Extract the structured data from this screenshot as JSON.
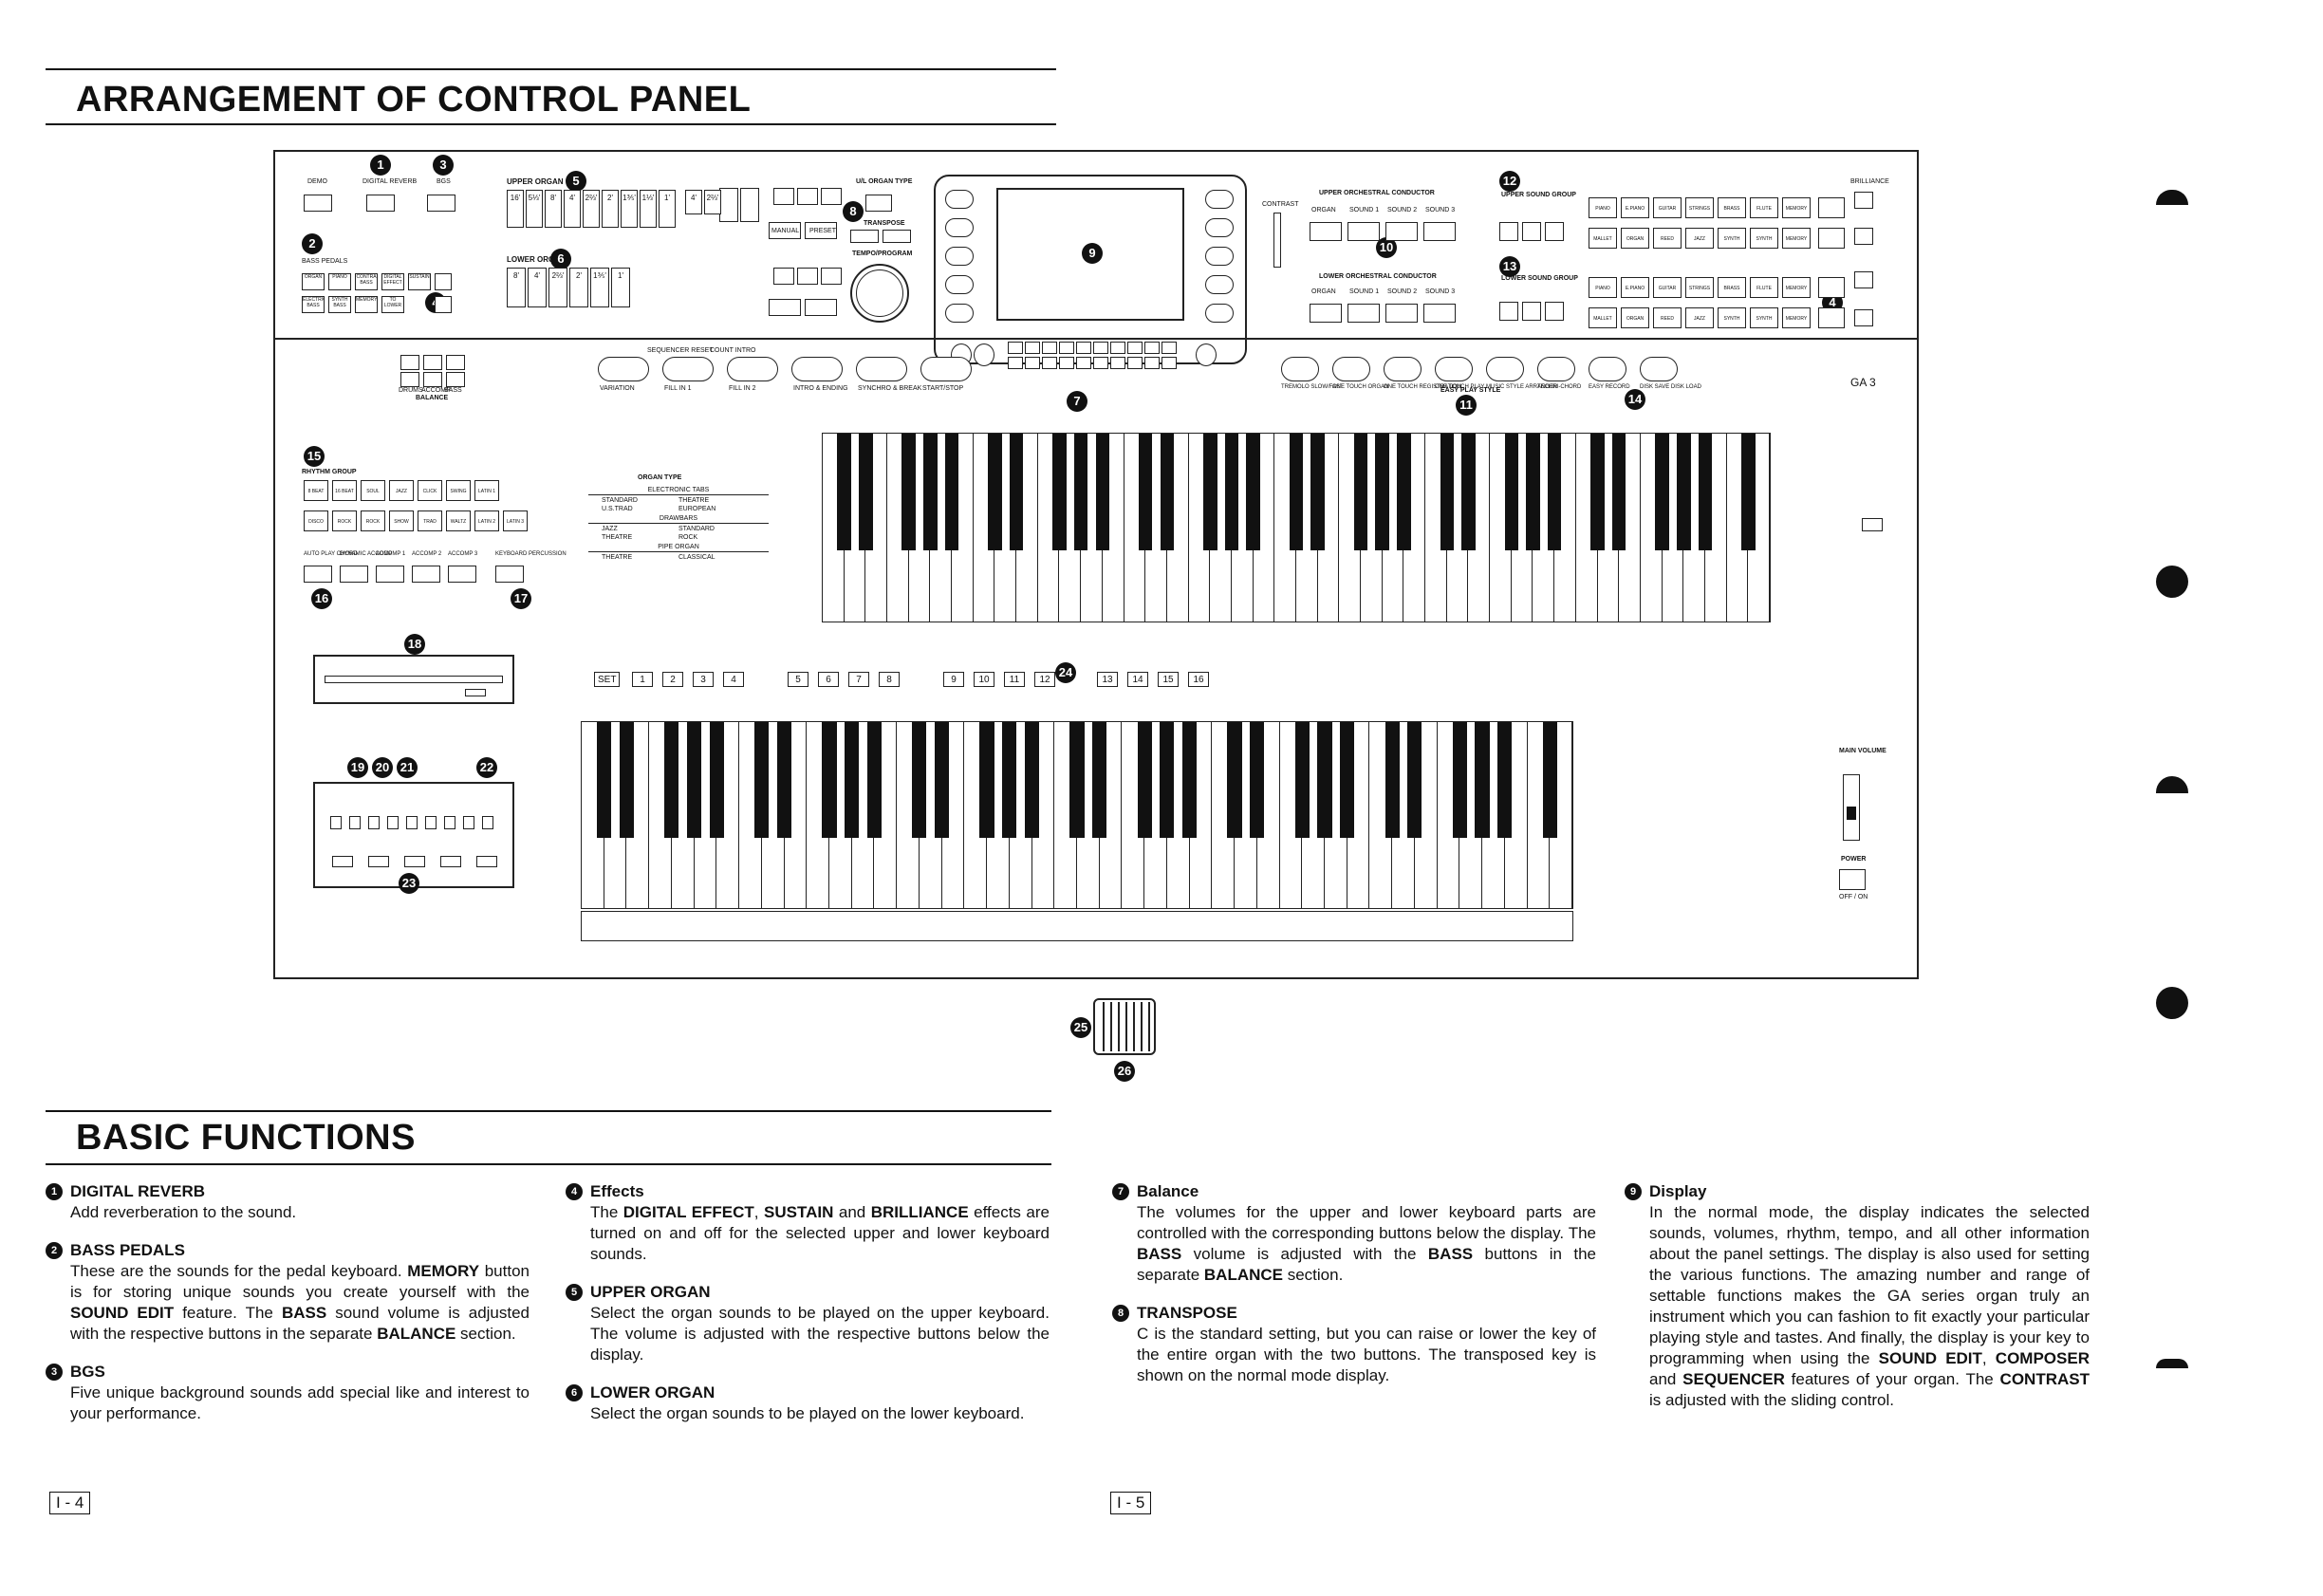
{
  "top_heading": "ARRANGEMENT OF CONTROL PANEL",
  "bottom_heading": "BASIC FUNCTIONS",
  "panel": {
    "model": "GA 3",
    "labels": {
      "demo": "DEMO",
      "digital_reverb": "DIGITAL REVERB",
      "bgs": "BGS",
      "bass_pedals": "BASS PEDALS",
      "upper_organ": "UPPER ORGAN",
      "lower_organ": "LOWER ORGAN",
      "ul_organ_type": "U/L ORGAN TYPE",
      "transpose": "TRANSPOSE",
      "tempo_program": "TEMPO/PROGRAM",
      "contrast": "CONTRAST",
      "upper_orch": "UPPER ORCHESTRAL CONDUCTOR",
      "lower_orch": "LOWER ORCHESTRAL CONDUCTOR",
      "upper_sound_group": "UPPER SOUND GROUP",
      "lower_sound_group": "LOWER SOUND GROUP",
      "brilliance": "BRILLIANCE",
      "rhythm_group": "RHYTHM GROUP",
      "organ_type": "ORGAN TYPE",
      "electronic_tabs": "ELECTRONIC TABS",
      "drawbars": "DRAWBARS",
      "pipe_organ": "PIPE ORGAN",
      "balance": "BALANCE",
      "easy_play_style": "EASY PLAY STYLE",
      "main_volume": "MAIN VOLUME",
      "power": "POWER",
      "off_on": "OFF / ON",
      "manual": "MANUAL",
      "preset": "PRESET",
      "sequencer_reset": "SEQUENCER RESET",
      "count_intro": "COUNT INTRO",
      "set": "SET"
    },
    "organ_type_list": {
      "electronic_tabs": [
        "STANDARD",
        "THEATRE",
        "U.S.TRAD",
        "EUROPEAN"
      ],
      "drawbars": [
        "JAZZ",
        "STANDARD",
        "THEATRE",
        "ROCK"
      ],
      "pipe_organ": [
        "THEATRE",
        "CLASSICAL"
      ]
    },
    "upper_organ_tabs": [
      "16'",
      "5⅓'",
      "8'",
      "4'",
      "2⅔'",
      "2'",
      "1⅗'",
      "1⅓'",
      "1'",
      "4'",
      "2⅔'"
    ],
    "lower_organ_tabs": [
      "8'",
      "4'",
      "2⅔'",
      "2'",
      "1⅗'",
      "1'"
    ],
    "bass_pedal_buttons": [
      "ORGAN",
      "PIANO",
      "CONTRA BASS",
      "DIGITAL EFFECT",
      "SUSTAIN",
      "ELECTRIC BASS",
      "SYNTH BASS",
      "MEMORY",
      "TO LOWER"
    ],
    "orch_buttons": [
      "ORGAN",
      "SOUND 1",
      "SOUND 2",
      "SOUND 3"
    ],
    "sound_group_buttons": [
      "PIANO",
      "E.PIANO",
      "GUITAR",
      "STRINGS",
      "BRASS",
      "FLUTE",
      "MEMORY",
      "MALLET",
      "ORGAN",
      "REED",
      "JAZZ",
      "SYNTH",
      "SYNTH PAD",
      "MEMORY"
    ],
    "rhythm_buttons": [
      "8 BEAT",
      "16 BEAT",
      "SOUL",
      "JAZZ",
      "CLICK",
      "SWING",
      "LATIN 1",
      "DISCO",
      "ROCK",
      "ROCK",
      "SHOW",
      "TRAD",
      "WALTZ",
      "LATIN 2",
      "LATIN 3"
    ],
    "rhythm_lower": [
      "AUTO PLAY CHORD",
      "DYNAMIC ACCOMP",
      "ACCOMP 1",
      "ACCOMP 2",
      "ACCOMP 3",
      "KEYBOARD PERCUSSION"
    ],
    "front_ovals": [
      "VARIATION",
      "FILL IN 1",
      "FILL IN 2",
      "INTRO & ENDING",
      "SYNCHRO & BREAK",
      "START/STOP"
    ],
    "right_ovals": [
      "TREMOLO SLOW/FAST",
      "ONE TOUCH ORGAN",
      "ONE TOUCH REGISTRATION",
      "ONE TOUCH PLAY",
      "MUSIC STYLE ARRANGER",
      "TECHNI-CHORD",
      "EASY RECORD",
      "DISK SAVE DISK LOAD"
    ],
    "balance_labels": [
      "DRUMS",
      "ACCOMP",
      "BASS"
    ],
    "registration_numbers": [
      "1",
      "2",
      "3",
      "4",
      "5",
      "6",
      "7",
      "8",
      "9",
      "10",
      "11",
      "12",
      "13",
      "14",
      "15",
      "16"
    ],
    "callouts": [
      "1",
      "2",
      "3",
      "4",
      "5",
      "6",
      "7",
      "8",
      "9",
      "10",
      "11",
      "12",
      "13",
      "14",
      "15",
      "16",
      "17",
      "18",
      "19",
      "20",
      "21",
      "22",
      "23",
      "24",
      "25",
      "26"
    ]
  },
  "functions": [
    {
      "num": "1",
      "title": "DIGITAL REVERB",
      "body": "Add reverberation to the sound."
    },
    {
      "num": "2",
      "title": "BASS PEDALS",
      "body": "These are the sounds for the pedal keyboard. MEMORY button is for storing unique sounds you create yourself with the SOUND EDIT feature. The BASS sound volume is adjusted with the respective buttons in the separate BALANCE section."
    },
    {
      "num": "3",
      "title": "BGS",
      "body": "Five unique background sounds add special like and interest to your performance."
    },
    {
      "num": "4",
      "title": "Effects",
      "body": "The DIGITAL EFFECT, SUSTAIN and BRILLIANCE effects are turned on and off for the selected upper and lower keyboard sounds."
    },
    {
      "num": "5",
      "title": "UPPER ORGAN",
      "body": "Select the organ sounds to be played on the upper keyboard. The volume is adjusted with the respective buttons below the display."
    },
    {
      "num": "6",
      "title": "LOWER ORGAN",
      "body": "Select the organ sounds to be played on the lower keyboard."
    },
    {
      "num": "7",
      "title": "Balance",
      "body": "The volumes for the upper and lower keyboard parts are controlled with the corresponding buttons below the display. The BASS volume is adjusted with the BASS buttons in the separate BALANCE section."
    },
    {
      "num": "8",
      "title": "TRANSPOSE",
      "body": "C is the standard setting, but you can raise or lower the key of the entire organ with the two buttons. The transposed key is shown on the normal mode display."
    },
    {
      "num": "9",
      "title": "Display",
      "body": "In the normal mode, the display indicates the selected sounds, volumes, rhythm, tempo, and all other information about the panel settings. The display is also used for setting the various functions. The amazing number and range of settable functions makes the GA series organ truly an instrument which you can fashion to fit exactly your particular playing style and tastes. And finally, the display is your key to programming when using the SOUND EDIT, COMPOSER and SEQUENCER features of your organ. The CONTRAST is adjusted with the sliding control."
    }
  ],
  "page_left": "I - 4",
  "page_right": "I - 5"
}
